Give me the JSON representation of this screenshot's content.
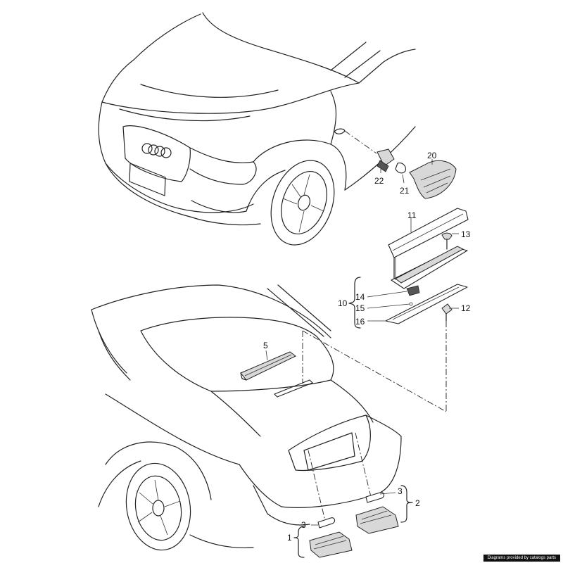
{
  "callouts": {
    "c20": "20",
    "c22": "22",
    "c21": "21",
    "c11": "11",
    "c13": "13",
    "c14": "14",
    "c10": "10",
    "c15": "15",
    "c12": "12",
    "c16": "16",
    "c5": "5",
    "c3a": "3",
    "c2": "2",
    "c3b": "3",
    "c1": "1"
  },
  "footer": {
    "credit": "Diagrams provided by catalogs parts"
  }
}
